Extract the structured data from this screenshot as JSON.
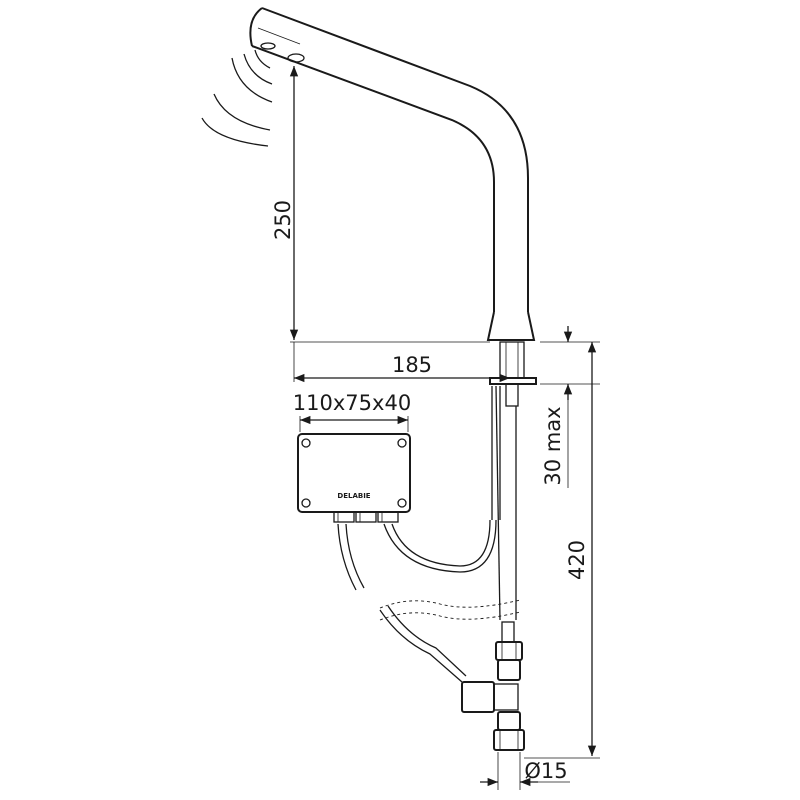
{
  "dimensions": {
    "spout_height": "250",
    "spout_reach": "185",
    "box_size": "110x75x40",
    "max_thickness": "30 max",
    "total_height": "420",
    "pipe_diameter": "Ø15"
  },
  "box": {
    "brand": "DELABIE"
  },
  "colors": {
    "ink": "#1a1a1a",
    "background": "#ffffff"
  }
}
